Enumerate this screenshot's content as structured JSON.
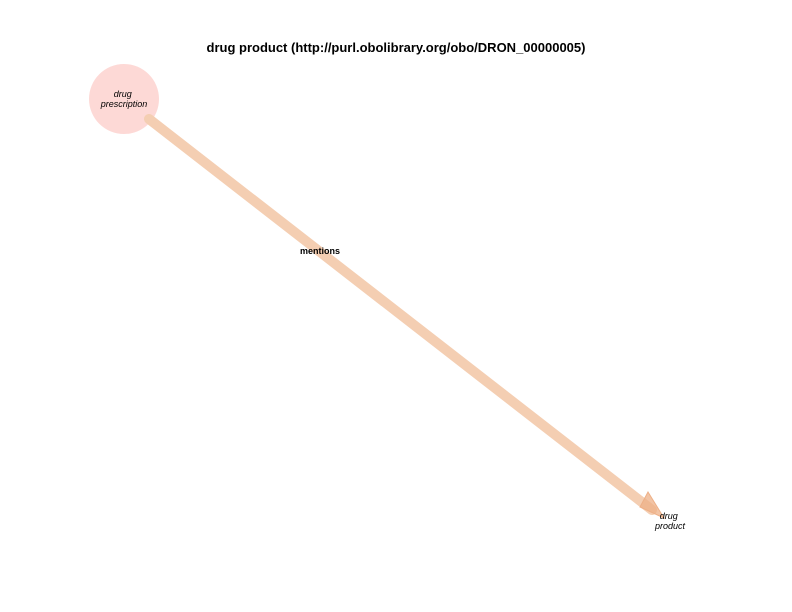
{
  "title": "drug product (http://purl.obolibrary.org/obo/DRON_00000005)",
  "colors": {
    "node_fill": "#fdd9d6",
    "edge": "#f4ceb2",
    "arrow": "#eeb087"
  },
  "nodes": [
    {
      "id": "n1",
      "lines": [
        "drug",
        "prescription"
      ]
    },
    {
      "id": "n2",
      "lines": [
        "drug",
        "product"
      ]
    }
  ],
  "edges": [
    {
      "from": "n1",
      "to": "n2",
      "label": "mentions"
    }
  ]
}
